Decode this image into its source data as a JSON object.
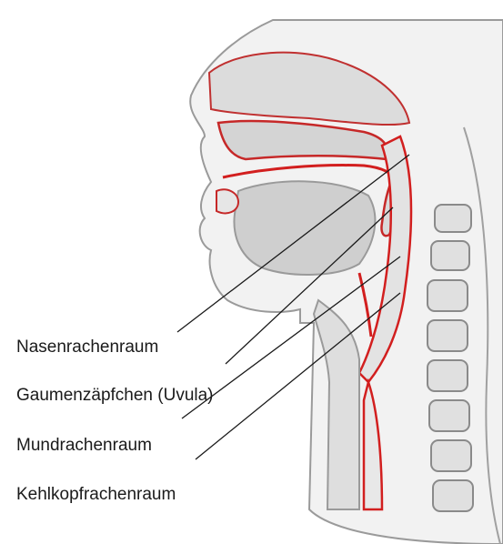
{
  "labels": [
    "Nasenrachenraum",
    "Gaumenzäpfchen (Uvula)",
    "Mundrachenraum",
    "Kehlkopfrachenraum"
  ],
  "colors": {
    "outline": "#8a8a8a",
    "tissue_fill": "#d9d9d9",
    "highlight": "#d21f1f",
    "leader_line": "#1a1a1a",
    "text": "#1a1a1a"
  }
}
